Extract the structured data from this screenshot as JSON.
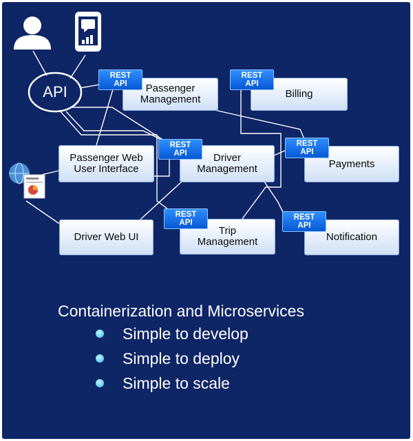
{
  "diagram": {
    "api_node": "API",
    "services": {
      "passenger_management": [
        "Passenger",
        "Management"
      ],
      "billing": [
        "Billing"
      ],
      "passenger_web_ui": [
        "Passenger Web",
        "User Interface"
      ],
      "driver_management": [
        "Driver",
        "Management"
      ],
      "payments": [
        "Payments"
      ],
      "driver_web_ui": [
        "Driver Web UI"
      ],
      "trip_management": [
        "Trip",
        "Management"
      ],
      "notification": [
        "Notification"
      ]
    },
    "rest_api_badge": [
      "REST",
      "API"
    ],
    "icons": {
      "user": "user-icon",
      "mobile": "mobile-app-icon",
      "web": "web-page-icon"
    },
    "colors": {
      "background": "#0e2566",
      "connector": "#ffffff",
      "rest_badge": "#0a6fe8",
      "service_box": "#dce8f8",
      "bullet": "#3ab8ec"
    }
  },
  "summary": {
    "heading": "Containerization and Microservices",
    "bullets": [
      "Simple to develop",
      "Simple to deploy",
      "Simple to scale"
    ]
  }
}
